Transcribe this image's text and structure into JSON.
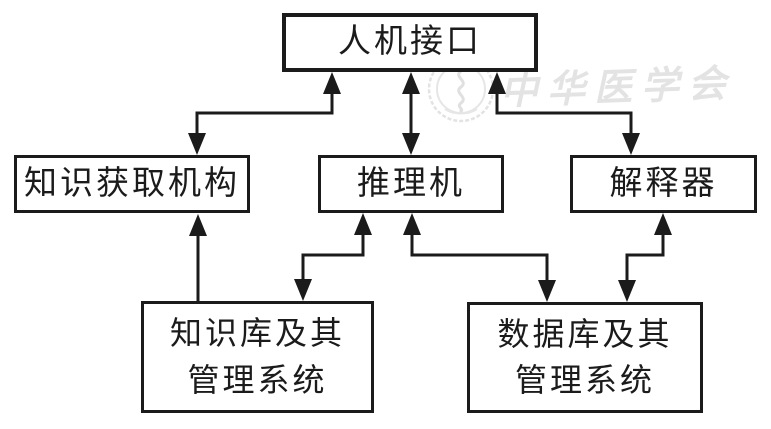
{
  "nodes": {
    "hmi": {
      "label": "人机接口"
    },
    "knowledge_acquisition": {
      "label": "知识获取机构"
    },
    "inference_engine": {
      "label": "推理机"
    },
    "interpreter": {
      "label": "解释器"
    },
    "knowledge_base": {
      "line1": "知识库及其",
      "line2": "管理系统"
    },
    "database": {
      "line1": "数据库及其",
      "line2": "管理系统"
    }
  },
  "edges": [
    {
      "from": "人机接口",
      "to": "知识获取机构",
      "bidirectional": true,
      "shape": "elbow"
    },
    {
      "from": "人机接口",
      "to": "推理机",
      "bidirectional": true,
      "shape": "straight"
    },
    {
      "from": "人机接口",
      "to": "解释器",
      "bidirectional": true,
      "shape": "elbow"
    },
    {
      "from": "知识库及其管理系统",
      "to": "知识获取机构",
      "bidirectional": false,
      "shape": "straight"
    },
    {
      "from": "推理机",
      "to": "知识库及其管理系统",
      "bidirectional": true,
      "shape": "elbow"
    },
    {
      "from": "推理机",
      "to": "数据库及其管理系统",
      "bidirectional": true,
      "shape": "elbow"
    },
    {
      "from": "解释器",
      "to": "数据库及其管理系统",
      "bidirectional": true,
      "shape": "elbow"
    }
  ],
  "watermark": {
    "text": "中华医学会"
  },
  "colors": {
    "line": "#1b1b1b",
    "background": "#ffffff",
    "watermark": "#e3e3e3"
  }
}
